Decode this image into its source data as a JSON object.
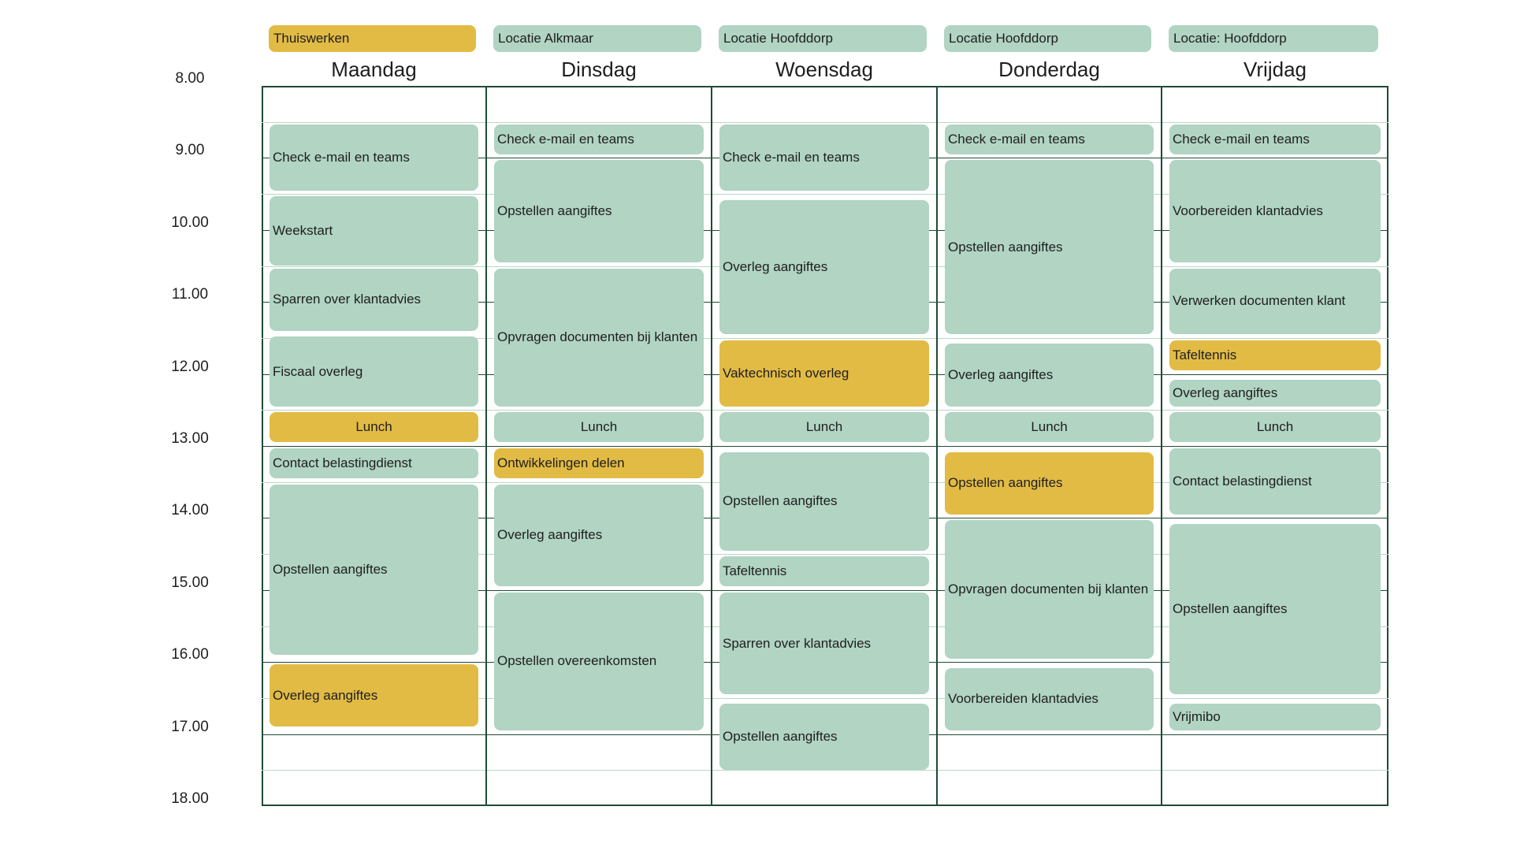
{
  "colors": {
    "green": "#b1d4c3",
    "yellow": "#e2bb45",
    "grid": "#1f4b35",
    "half_hour_line": "#b9d6c6"
  },
  "time_labels": [
    "8.00",
    "9.00",
    "10.00",
    "11.00",
    "12.00",
    "13.00",
    "14.00",
    "15.00",
    "16.00",
    "17.00",
    "18.00"
  ],
  "days": [
    {
      "name": "Maandag",
      "location": "Thuiswerken",
      "location_color": "yellow",
      "events": [
        {
          "label": "Check e-mail en teams",
          "start": 8.5,
          "end": 9.45,
          "color": "green"
        },
        {
          "label": "Weekstart",
          "start": 9.5,
          "end": 10.5,
          "color": "green"
        },
        {
          "label": "Sparren over klantadvies",
          "start": 10.5,
          "end": 11.4,
          "color": "green"
        },
        {
          "label": "Fiscaal overleg",
          "start": 11.45,
          "end": 12.45,
          "color": "green"
        },
        {
          "label": "Lunch",
          "start": 12.5,
          "end": 12.95,
          "color": "yellow",
          "center": true
        },
        {
          "label": "Contact belastingdienst",
          "start": 13.0,
          "end": 13.45,
          "color": "green"
        },
        {
          "label": "Opstellen aangiftes",
          "start": 13.5,
          "end": 15.9,
          "color": "green"
        },
        {
          "label": "Overleg aangiftes",
          "start": 16.0,
          "end": 16.9,
          "color": "yellow"
        }
      ]
    },
    {
      "name": "Dinsdag",
      "location": "Locatie Alkmaar",
      "location_color": "green",
      "events": [
        {
          "label": "Check e-mail en teams",
          "start": 8.5,
          "end": 8.95,
          "color": "green"
        },
        {
          "label": "Opstellen aangiftes",
          "start": 9.0,
          "end": 10.45,
          "color": "green"
        },
        {
          "label": "Opvragen documenten bij klanten",
          "start": 10.5,
          "end": 12.45,
          "color": "green"
        },
        {
          "label": "Lunch",
          "start": 12.5,
          "end": 12.95,
          "color": "green",
          "center": true
        },
        {
          "label": "Ontwikkelingen delen",
          "start": 13.0,
          "end": 13.45,
          "color": "yellow"
        },
        {
          "label": "Overleg aangiftes",
          "start": 13.5,
          "end": 14.95,
          "color": "green"
        },
        {
          "label": "Opstellen overeenkomsten",
          "start": 15.0,
          "end": 16.95,
          "color": "green"
        }
      ]
    },
    {
      "name": "Woensdag",
      "location": "Locatie Hoofddorp",
      "location_color": "green",
      "events": [
        {
          "label": "Check e-mail en teams",
          "start": 8.5,
          "end": 9.45,
          "color": "green"
        },
        {
          "label": "Overleg aangiftes",
          "start": 9.55,
          "end": 11.45,
          "color": "green"
        },
        {
          "label": "Vaktechnisch overleg",
          "start": 11.5,
          "end": 12.45,
          "color": "yellow"
        },
        {
          "label": "Lunch",
          "start": 12.5,
          "end": 12.95,
          "color": "green",
          "center": true
        },
        {
          "label": "Opstellen aangiftes",
          "start": 13.05,
          "end": 14.45,
          "color": "green"
        },
        {
          "label": "Tafeltennis",
          "start": 14.5,
          "end": 14.95,
          "color": "green"
        },
        {
          "label": "Sparren over klantadvies",
          "start": 15.0,
          "end": 16.45,
          "color": "green"
        },
        {
          "label": "Opstellen aangiftes",
          "start": 16.55,
          "end": 17.5,
          "color": "green"
        }
      ]
    },
    {
      "name": "Donderdag",
      "location": "Locatie Hoofddorp",
      "location_color": "green",
      "events": [
        {
          "label": "Check e-mail en teams",
          "start": 8.5,
          "end": 8.95,
          "color": "green"
        },
        {
          "label": "Opstellen aangiftes",
          "start": 9.0,
          "end": 11.45,
          "color": "green"
        },
        {
          "label": "Overleg aangiftes",
          "start": 11.55,
          "end": 12.45,
          "color": "green"
        },
        {
          "label": "Lunch",
          "start": 12.5,
          "end": 12.95,
          "color": "green",
          "center": true
        },
        {
          "label": "Opstellen aangiftes",
          "start": 13.05,
          "end": 13.95,
          "color": "yellow"
        },
        {
          "label": "Opvragen documenten bij klanten",
          "start": 14.0,
          "end": 15.95,
          "color": "green"
        },
        {
          "label": "Voorbereiden klantadvies",
          "start": 16.05,
          "end": 16.95,
          "color": "green"
        }
      ]
    },
    {
      "name": "Vrijdag",
      "location": "Locatie: Hoofddorp",
      "location_color": "green",
      "events": [
        {
          "label": "Check e-mail en teams",
          "start": 8.5,
          "end": 8.95,
          "color": "green"
        },
        {
          "label": "Voorbereiden klantadvies",
          "start": 9.0,
          "end": 10.45,
          "color": "green"
        },
        {
          "label": "Verwerken documenten klant",
          "start": 10.5,
          "end": 11.45,
          "color": "green"
        },
        {
          "label": "Tafeltennis",
          "start": 11.5,
          "end": 11.95,
          "color": "yellow"
        },
        {
          "label": "Overleg aangiftes",
          "start": 12.05,
          "end": 12.45,
          "color": "green"
        },
        {
          "label": "Lunch",
          "start": 12.5,
          "end": 12.95,
          "color": "green",
          "center": true
        },
        {
          "label": "Contact belastingdienst",
          "start": 13.0,
          "end": 13.95,
          "color": "green"
        },
        {
          "label": "Opstellen aangiftes",
          "start": 14.05,
          "end": 16.45,
          "color": "green"
        },
        {
          "label": "Vrijmibo",
          "start": 16.55,
          "end": 16.95,
          "color": "green"
        }
      ]
    }
  ]
}
